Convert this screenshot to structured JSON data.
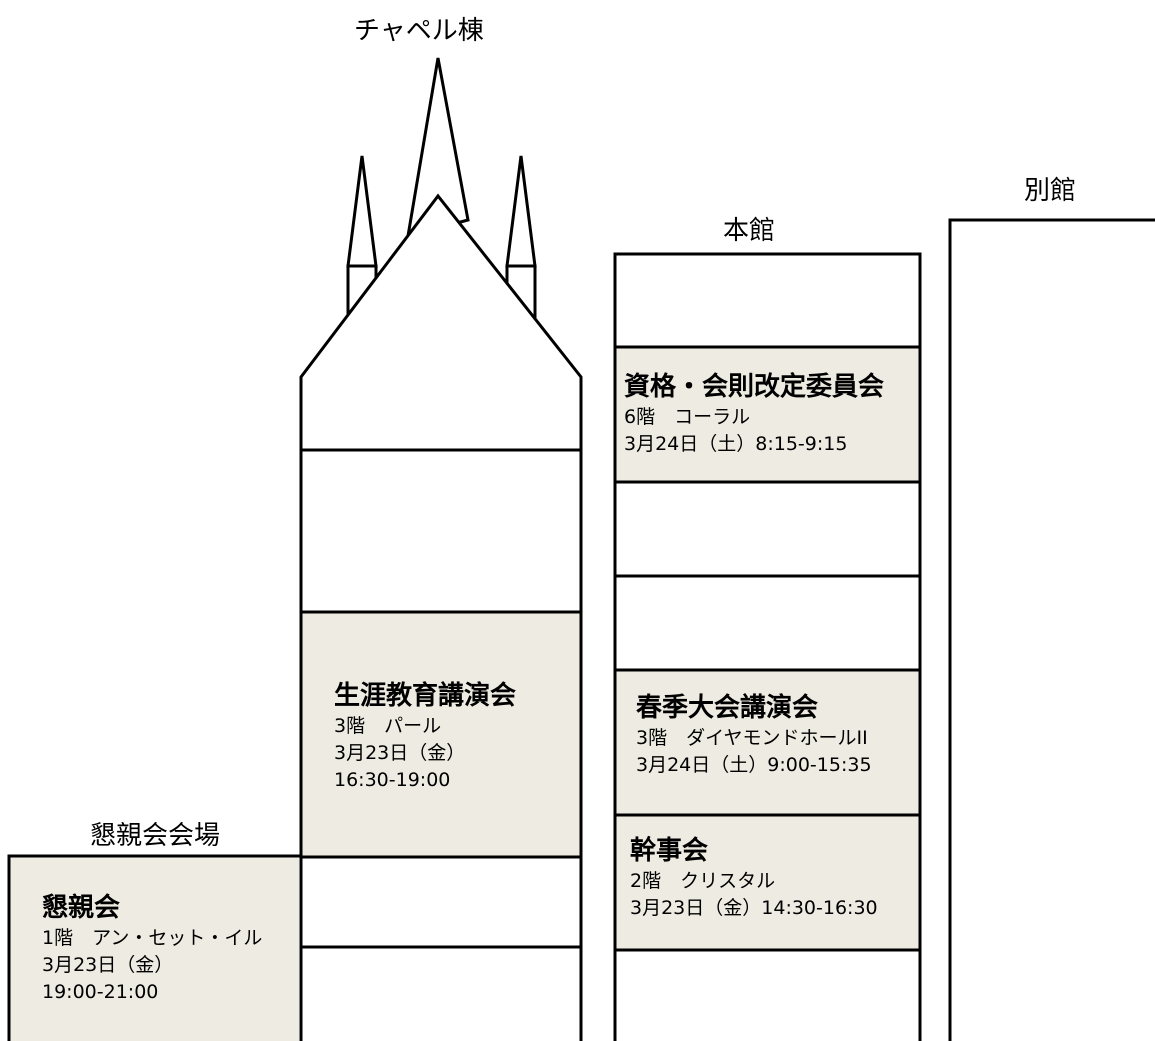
{
  "buildings": {
    "chapel": "チャペル棟",
    "main": "本館",
    "annex": "別館",
    "party_venue": "懇親会会場"
  },
  "events": [
    {
      "id": "committee",
      "title": "資格・会則改定委員会",
      "floor": "6階　コーラル",
      "datetime": "3月24日（土）8:15-9:15"
    },
    {
      "id": "lifelong",
      "title": "生涯教育講演会",
      "floor": "3階　パール",
      "date": "3月23日（金）",
      "time": "16:30-19:00"
    },
    {
      "id": "spring",
      "title": "春季大会講演会",
      "floor": "3階　ダイヤモンドホールII",
      "datetime": "3月24日（土）9:00-15:35"
    },
    {
      "id": "board",
      "title": "幹事会",
      "floor": "2階　クリスタル",
      "datetime": "3月23日（金）14:30-16:30"
    },
    {
      "id": "party",
      "title": "懇親会",
      "floor": "1階　アン・セット・イル",
      "date": "3月23日（金）",
      "time": "19:00-21:00"
    }
  ],
  "colors": {
    "highlight": "#eeebe2",
    "line": "#000000"
  }
}
